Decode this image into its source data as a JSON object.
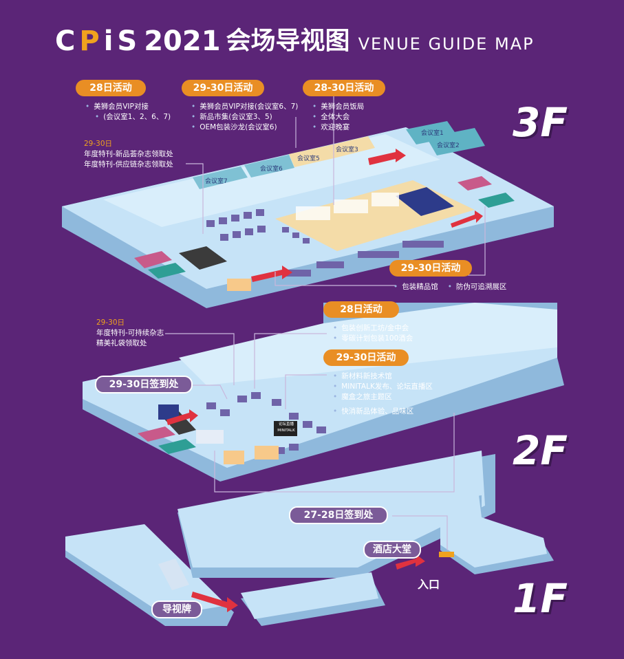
{
  "title": {
    "logo_c": "C",
    "logo_p": "P",
    "logo_is": "iS",
    "year": "2021",
    "cn": "会场导视图",
    "en": "VENUE GUIDE MAP"
  },
  "floors": {
    "f3": "3F",
    "f2": "2F",
    "f1": "1F"
  },
  "f3": {
    "tag_28": "28日活动",
    "list_28": [
      "美狮会员VIP对接",
      "(会议室1、2、6、7)"
    ],
    "tag_2930": "29-30日活动",
    "list_2930": [
      "美狮会员VIP对接(会议室6、7)",
      "新品市集(会议室3、5)",
      "OEM包装沙龙(会议室6)"
    ],
    "tag_2830": "28-30日活动",
    "list_2830": [
      "美狮会员饭局",
      "全体大会",
      "欢迎晚宴"
    ],
    "pickup_date": "29-30日",
    "pickup_lines": [
      "年度特刊-新品荟杂志领取处",
      "年度特刊-供应链杂志领取处"
    ],
    "tag_2930_b": "29-30日活动",
    "list_2930_b": [
      "包装精品馆",
      "防伪可追溯展区"
    ],
    "rooms": [
      "会议室1",
      "会议室2",
      "会议室3",
      "会议室5",
      "会议室6",
      "会议室7"
    ]
  },
  "f2": {
    "pickup_date": "29-30日",
    "pickup_lines": [
      "年度特刊-可持续杂志",
      "精美礼袋领取处"
    ],
    "tag_28": "28日活动",
    "list_28": [
      "包装创新工坊/金中会",
      "零碳计划包装100酒会"
    ],
    "tag_2930": "29-30日活动",
    "list_2930": [
      "新材料新技术馆",
      "MINITALK发布、论坛直播区",
      "魔盒之旅主题区",
      "快消新品体验、品味区"
    ],
    "signin": "29-30日签到处",
    "minitalk": [
      "论坛直播",
      "MINITALK"
    ]
  },
  "f1": {
    "signin": "27-28日签到处",
    "lobby": "酒店大堂",
    "entrance": "入口",
    "guide": "导视牌"
  },
  "colors": {
    "bg": "#5b2577",
    "floor_fill": "#bfe0f5",
    "floor_side": "#8fb9dc",
    "orange": "#e98e24",
    "purple_tag": "#7b5b98",
    "arrow": "#e0323f"
  }
}
